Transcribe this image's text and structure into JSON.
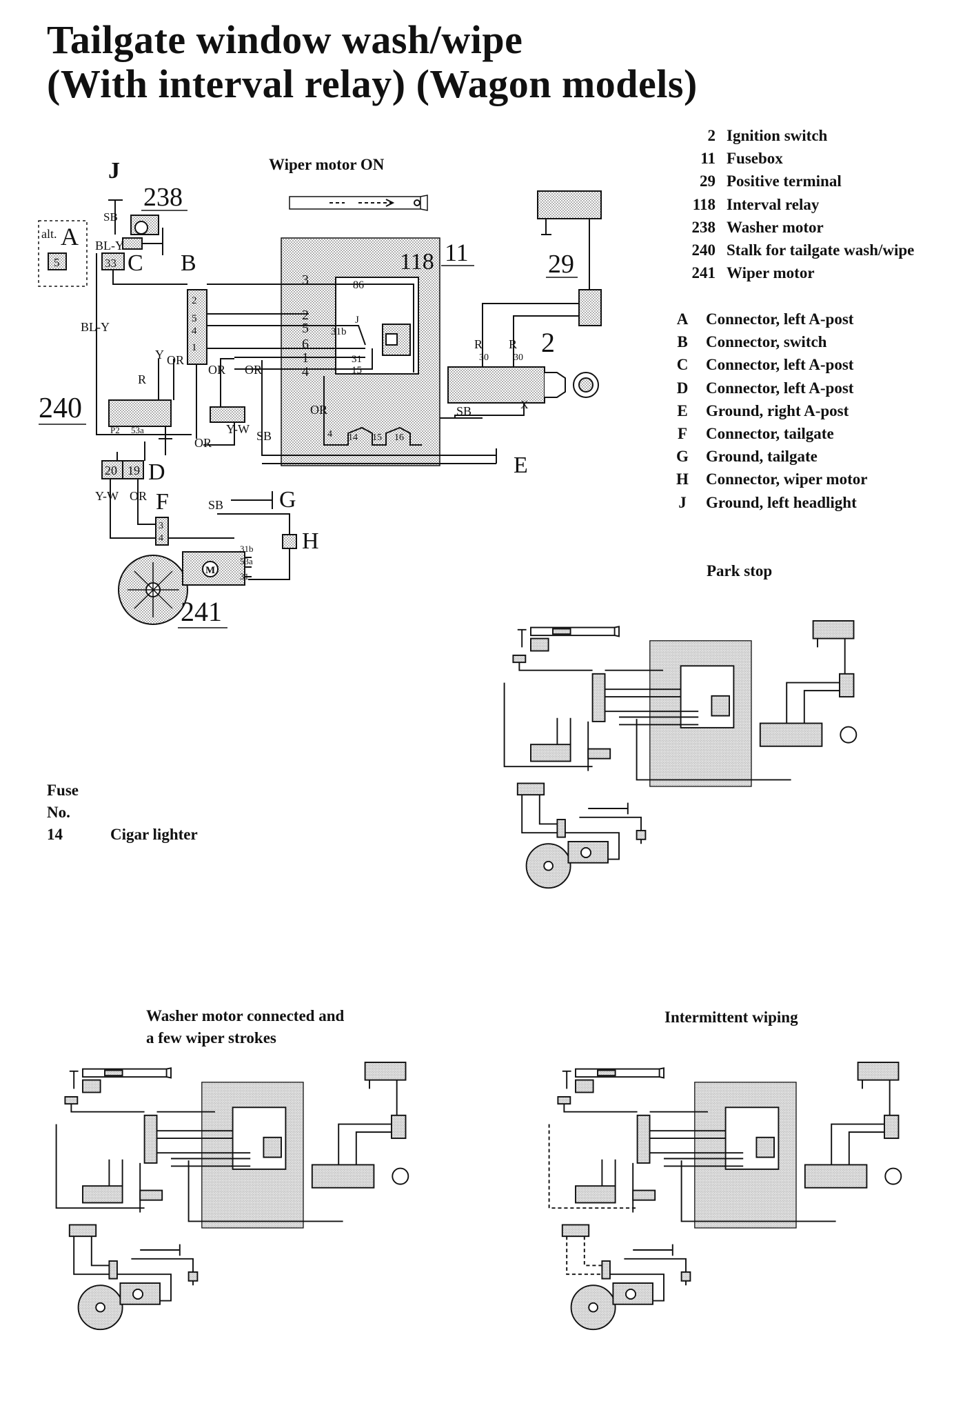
{
  "title": {
    "line1": "Tailgate window wash/wipe",
    "line2": "(With interval relay) (Wagon models)"
  },
  "components": [
    {
      "num": "2",
      "label": "Ignition switch"
    },
    {
      "num": "11",
      "label": "Fusebox"
    },
    {
      "num": "29",
      "label": "Positive terminal"
    },
    {
      "num": "118",
      "label": "Interval relay"
    },
    {
      "num": "238",
      "label": "Washer motor"
    },
    {
      "num": "240",
      "label": "Stalk for tailgate wash/wipe"
    },
    {
      "num": "241",
      "label": "Wiper motor"
    }
  ],
  "connectors": [
    {
      "letter": "A",
      "label": "Connector, left A-post"
    },
    {
      "letter": "B",
      "label": "Connector, switch"
    },
    {
      "letter": "C",
      "label": "Connector, left A-post"
    },
    {
      "letter": "D",
      "label": "Connector, left A-post"
    },
    {
      "letter": "E",
      "label": "Ground, right A-post"
    },
    {
      "letter": "F",
      "label": "Connector, tailgate"
    },
    {
      "letter": "G",
      "label": "Ground, tailgate"
    },
    {
      "letter": "H",
      "label": "Connector, wiper motor"
    },
    {
      "letter": "J",
      "label": "Ground, left headlight"
    }
  ],
  "fuse": {
    "heading1": "Fuse",
    "heading2": "No.",
    "number": "14",
    "label": "Cigar lighter"
  },
  "captions": {
    "main": "Wiper motor ON",
    "park": "Park stop",
    "washer_line1": "Washer motor connected and",
    "washer_line2": "a few wiper strokes",
    "intermittent": "Intermittent wiping"
  },
  "diagram_labels": {
    "ref_238": "238",
    "ref_240": "240",
    "ref_241": "241",
    "ref_118": "118",
    "ref_11": "11",
    "ref_29": "29",
    "ref_2": "2",
    "letter_A": "A",
    "letter_B": "B",
    "letter_C": "C",
    "letter_D": "D",
    "letter_E": "E",
    "letter_F": "F",
    "letter_G": "G",
    "letter_H": "H",
    "letter_J": "J",
    "alt": "alt.",
    "pin_5": "5",
    "pin_33": "33",
    "pin_20": "20",
    "pin_19": "19",
    "wire_SB": "SB",
    "wire_BLY": "BL-Y",
    "wire_R": "R",
    "wire_Y": "Y",
    "wire_OR": "OR",
    "wire_YW": "Y-W",
    "wire_X": "X",
    "term_86": "86",
    "term_J": "J",
    "term_31b": "31b",
    "term_31": "31",
    "term_15": "15",
    "term_30": "30",
    "term_53a": "53a",
    "term_P2": "P2",
    "term_4": "4",
    "term_14": "14",
    "term_15b": "15",
    "term_16": "16",
    "motor_M": "M",
    "conn_2": "2",
    "conn_3": "3",
    "conn_4": "4",
    "conn_5": "5",
    "conn_1": "1",
    "conn_6": "6"
  },
  "colors": {
    "ink": "#111111",
    "shade": "#c9c9c9",
    "paper": "#ffffff"
  }
}
